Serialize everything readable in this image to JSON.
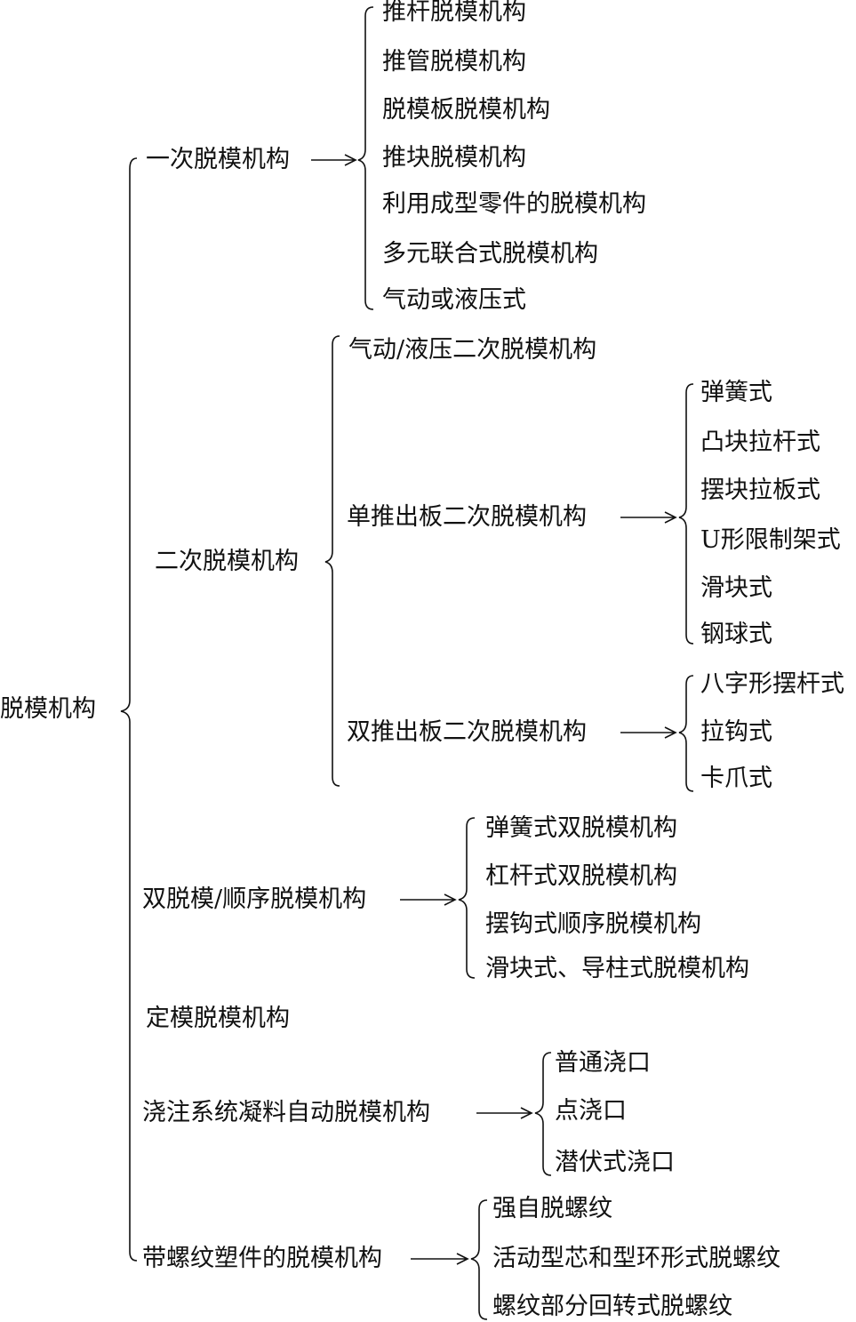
{
  "root": {
    "label": "脱模机构"
  },
  "level1": [
    {
      "label": "一次脱模机构",
      "children": [
        "推杆脱模机构",
        "推管脱模机构",
        "脱模板脱模机构",
        "推块脱模机构",
        "利用成型零件的脱模机构",
        "多元联合式脱模机构",
        "气动或液压式"
      ]
    },
    {
      "label": "二次脱模机构",
      "children": [
        {
          "label": "气动/液压二次脱模机构"
        },
        {
          "label": "单推出板二次脱模机构",
          "children": [
            "弹簧式",
            "凸块拉杆式",
            "摆块拉板式",
            "U形限制架式",
            "滑块式",
            "钢球式"
          ]
        },
        {
          "label": "双推出板二次脱模机构",
          "children": [
            "八字形摆杆式",
            "拉钩式",
            "卡爪式"
          ]
        }
      ]
    },
    {
      "label": "双脱模/顺序脱模机构",
      "children": [
        "弹簧式双脱模机构",
        "杠杆式双脱模机构",
        "摆钩式顺序脱模机构",
        "滑块式、导柱式脱模机构"
      ]
    },
    {
      "label": "定模脱模机构"
    },
    {
      "label": "浇注系统凝料自动脱模机构",
      "children": [
        "普通浇口",
        "点浇口",
        "潜伏式浇口"
      ]
    },
    {
      "label": "带螺纹塑件的脱模机构",
      "children": [
        "强自脱螺纹",
        "活动型芯和型环形式脱螺纹",
        "螺纹部分回转式脱螺纹"
      ]
    }
  ]
}
